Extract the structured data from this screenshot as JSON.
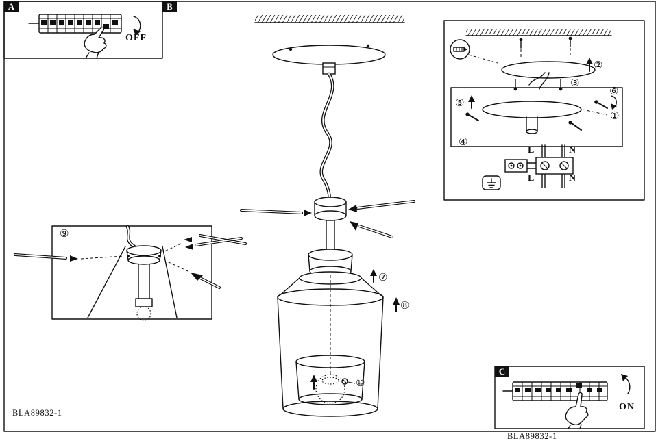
{
  "document": {
    "part_number": "BLA89832-1",
    "part_number_footer": "BLA89832-1"
  },
  "panels": {
    "a": {
      "label": "A",
      "state_label": "OFF"
    },
    "b": {
      "label": "B"
    },
    "c": {
      "label": "C",
      "state_label": "ON"
    }
  },
  "wiring": {
    "l_top": "L",
    "n_top": "N",
    "l_bottom": "L",
    "n_bottom": "N"
  },
  "steps": {
    "1": "①",
    "2": "②",
    "3": "③",
    "4": "④",
    "5": "⑤",
    "6": "⑥",
    "7": "⑦",
    "8": "⑧",
    "9": "⑨",
    "10": "⑩"
  }
}
